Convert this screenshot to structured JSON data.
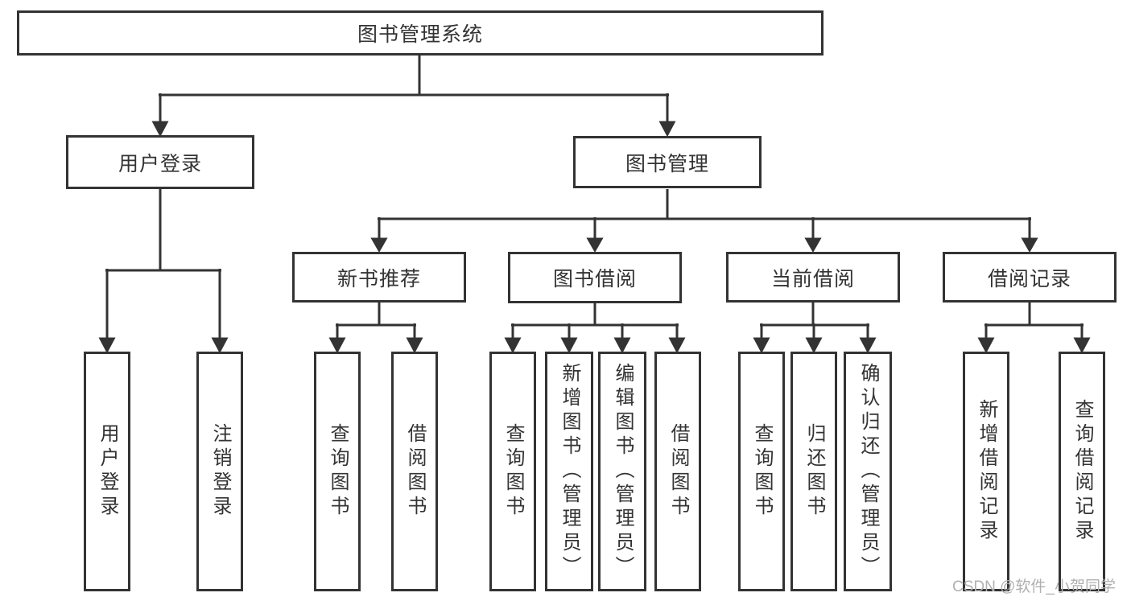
{
  "diagram_title": "图书管理系统",
  "tree": {
    "label": "图书管理系统",
    "children": [
      {
        "label": "用户登录",
        "children": [
          {
            "label": "用户登录"
          },
          {
            "label": "注销登录"
          }
        ]
      },
      {
        "label": "图书管理",
        "children": [
          {
            "label": "新书推荐",
            "children": [
              {
                "label": "查询图书"
              },
              {
                "label": "借阅图书"
              }
            ]
          },
          {
            "label": "图书借阅",
            "children": [
              {
                "label": "查询图书"
              },
              {
                "label": "新增图书（管理员）"
              },
              {
                "label": "编辑图书（管理员）"
              },
              {
                "label": "借阅图书"
              }
            ]
          },
          {
            "label": "当前借阅",
            "children": [
              {
                "label": "查询图书"
              },
              {
                "label": "归还图书"
              },
              {
                "label": "确认归还（管理员）"
              }
            ]
          },
          {
            "label": "借阅记录",
            "children": [
              {
                "label": "新增借阅记录"
              },
              {
                "label": "查询借阅记录"
              }
            ]
          }
        ]
      }
    ]
  },
  "watermark": {
    "text": "CSDN @软件_小贺同学",
    "color": "#b0b0b0"
  },
  "colors": {
    "line": "#333333",
    "text": "#333333",
    "background": "#ffffff"
  }
}
